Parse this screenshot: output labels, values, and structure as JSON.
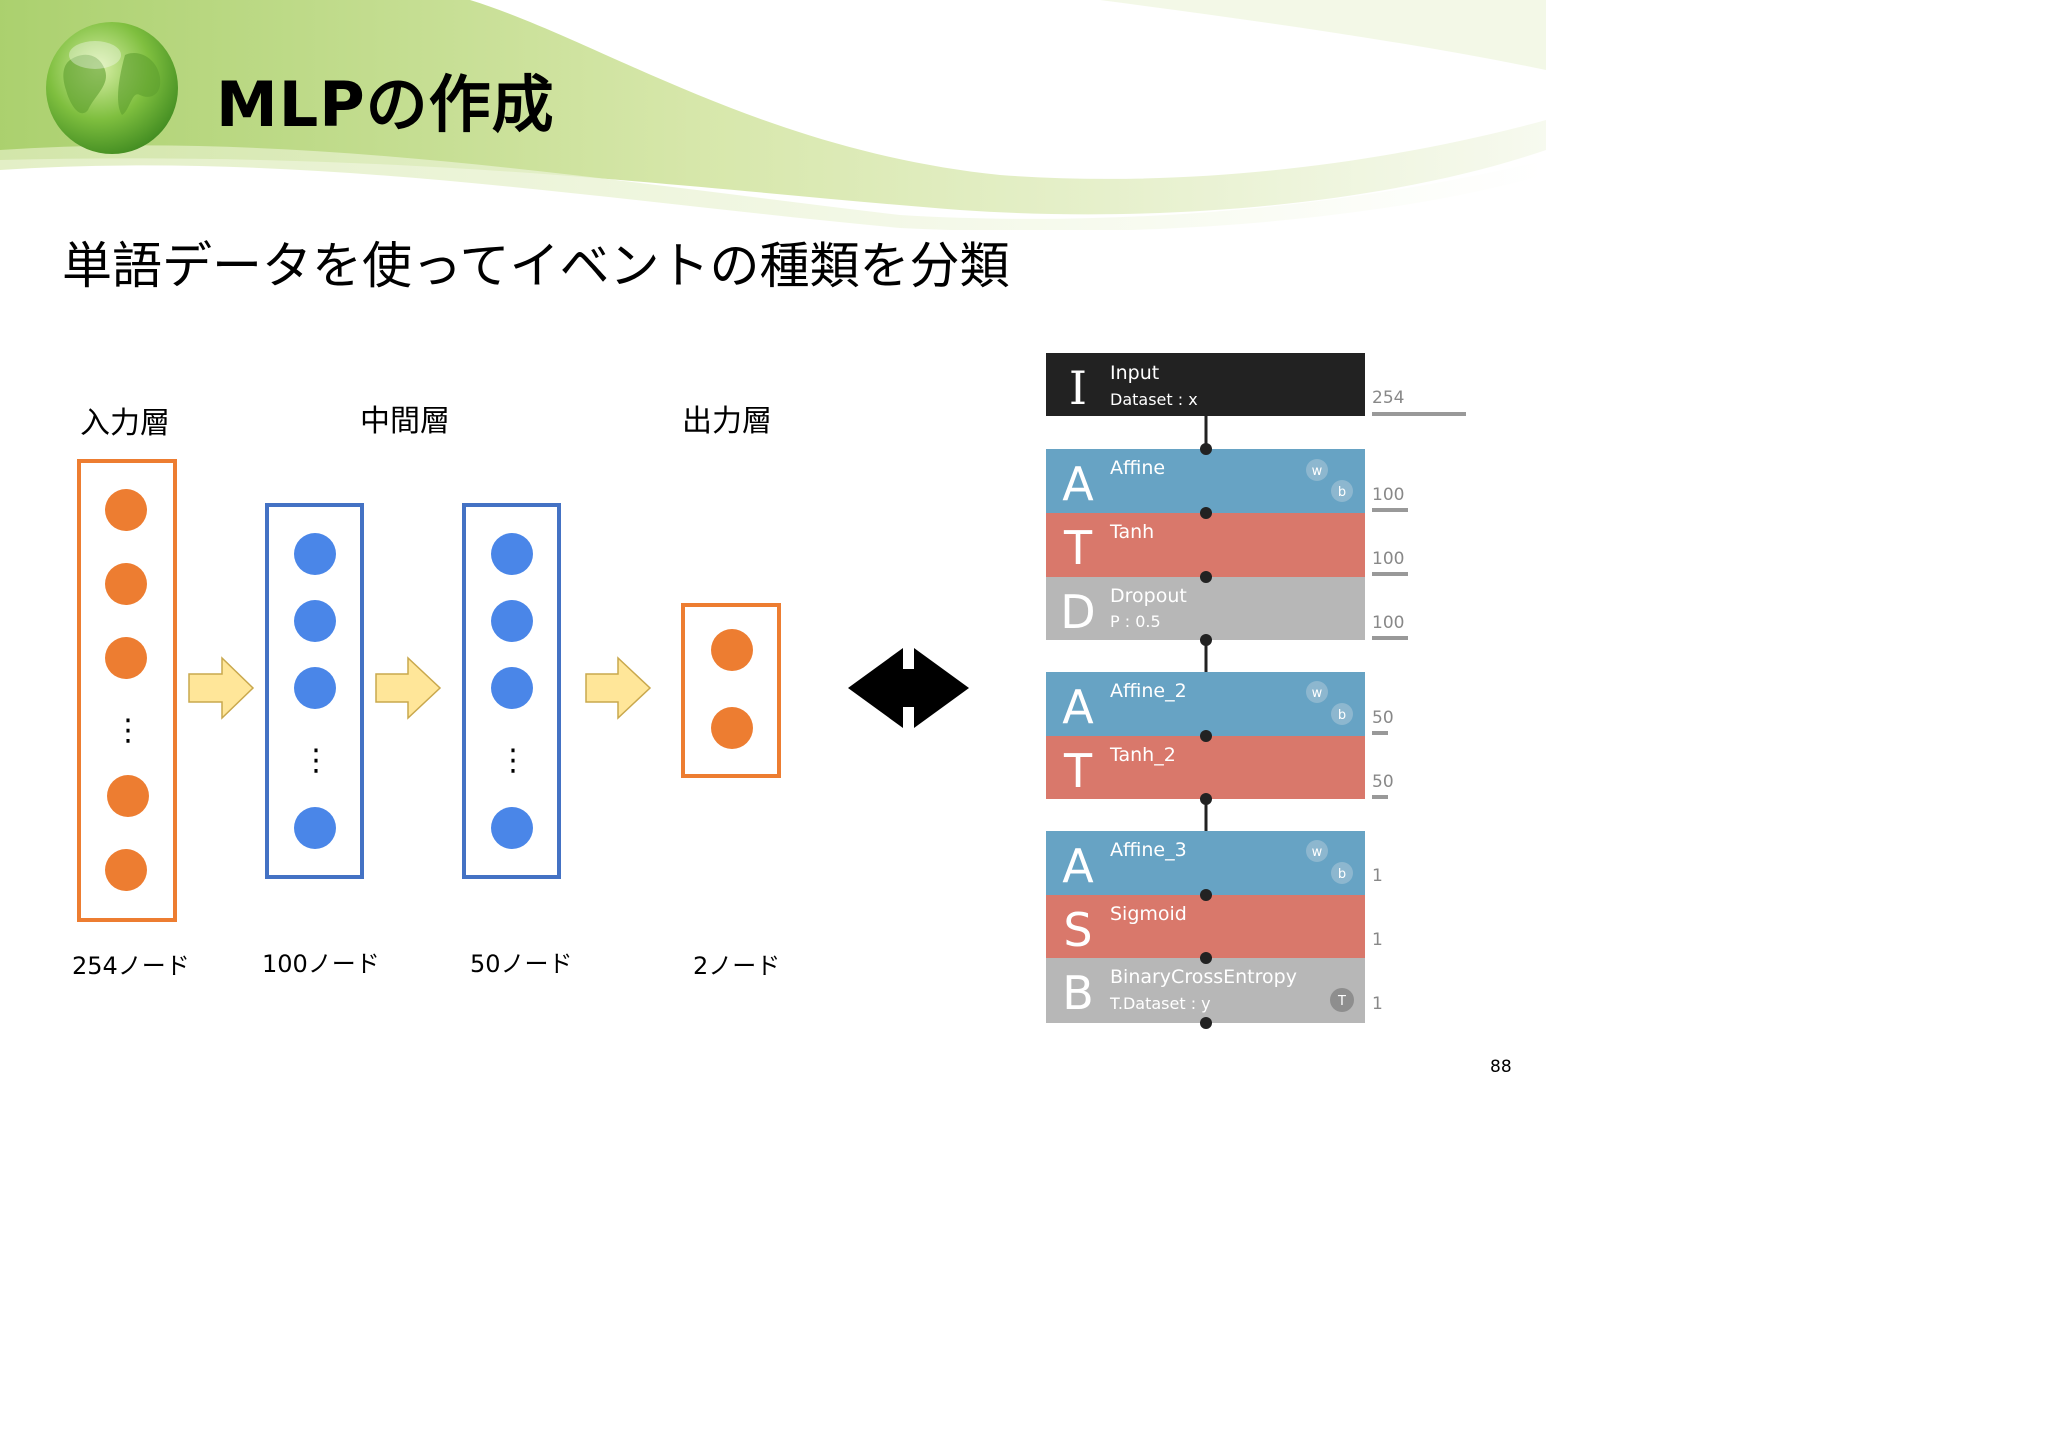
{
  "title": "MLPの作成",
  "subtitle": "単語データを使ってイベントの種類を分類",
  "page_number": "88",
  "colors": {
    "orange": "#ED7D31",
    "blue": "#4A86E8",
    "arrow": "#FFE699",
    "affine": "#67A3C4",
    "activation": "#D9786B",
    "gray": "#B7B7B7",
    "input": "#222222"
  },
  "mlp": {
    "layers": [
      {
        "label": "入力層",
        "nodes_label": "254ノード"
      },
      {
        "label": "中間層",
        "nodes_label": "100ノード"
      },
      {
        "label": "",
        "nodes_label": "50ノード"
      },
      {
        "label": "出力層",
        "nodes_label": "2ノード"
      }
    ],
    "ellipsis": "⋮"
  },
  "network": {
    "blocks": [
      {
        "letter": "I",
        "name": "Input",
        "param": "Dataset : x",
        "type": "input",
        "output": "254"
      },
      {
        "letter": "A",
        "name": "Affine",
        "param": "",
        "type": "affine",
        "output": "100",
        "badges": [
          "w",
          "b"
        ]
      },
      {
        "letter": "T",
        "name": "Tanh",
        "param": "",
        "type": "activation",
        "output": "100"
      },
      {
        "letter": "D",
        "name": "Dropout",
        "param": "P : 0.5",
        "type": "gray",
        "output": "100"
      },
      {
        "letter": "A",
        "name": "Affine_2",
        "param": "",
        "type": "affine",
        "output": "50",
        "badges": [
          "w",
          "b"
        ]
      },
      {
        "letter": "T",
        "name": "Tanh_2",
        "param": "",
        "type": "activation",
        "output": "50"
      },
      {
        "letter": "A",
        "name": "Affine_3",
        "param": "",
        "type": "affine",
        "output": "1",
        "badges": [
          "w",
          "b"
        ]
      },
      {
        "letter": "S",
        "name": "Sigmoid",
        "param": "",
        "type": "activation",
        "output": "1"
      },
      {
        "letter": "B",
        "name": "BinaryCrossEntropy",
        "param": "T.Dataset : y",
        "type": "gray",
        "output": "1",
        "badges": [
          "T"
        ]
      }
    ]
  }
}
